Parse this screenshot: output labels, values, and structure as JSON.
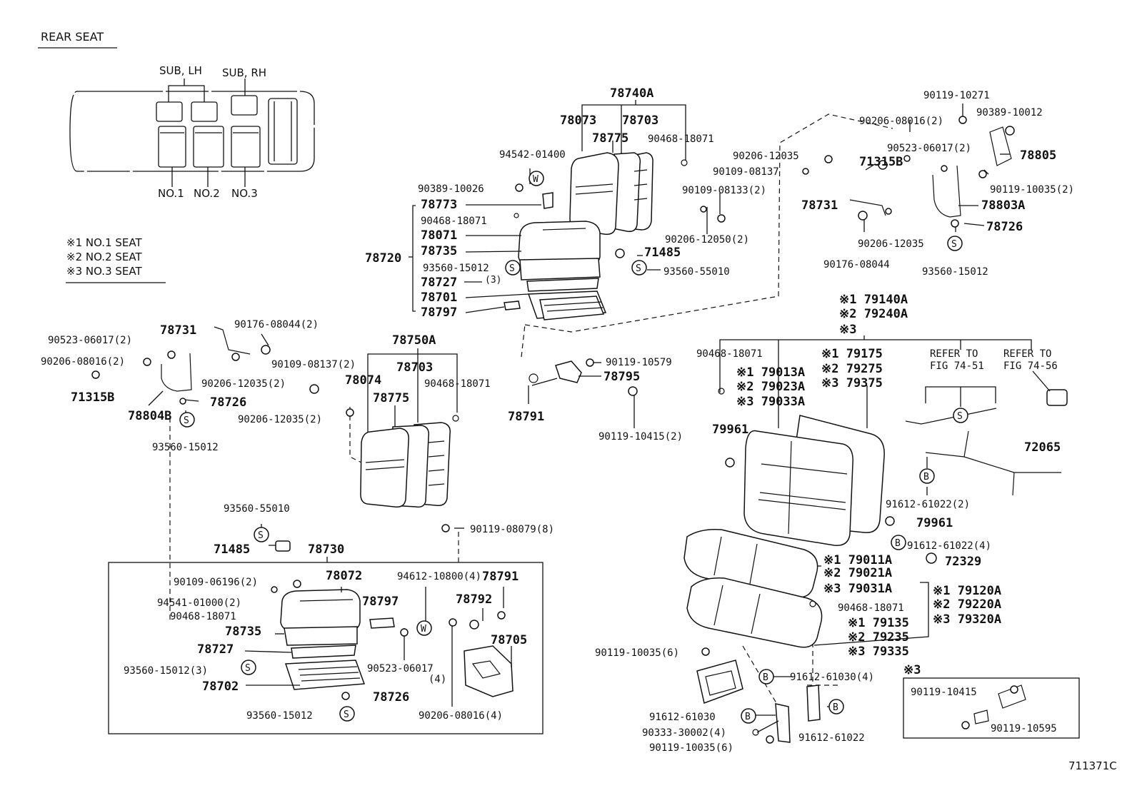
{
  "header": {
    "title": "REAR SEAT"
  },
  "van": {
    "sub_lh": "SUB, LH",
    "sub_rh": "SUB, RH",
    "no1": "NO.1",
    "no2": "NO.2",
    "no3": "NO.3"
  },
  "legend": {
    "l1": "※1 NO.1 SEAT",
    "l2": "※2 NO.2 SEAT",
    "l3": "※3 NO.3 SEAT"
  },
  "figure_code": "711371C",
  "labels": [
    {
      "id": "l001",
      "text": "78740A",
      "cls": "pb"
    },
    {
      "id": "l002",
      "text": "78073",
      "cls": "pb"
    },
    {
      "id": "l003",
      "text": "78703",
      "cls": "pb"
    },
    {
      "id": "l004",
      "text": "78775",
      "cls": "pb"
    },
    {
      "id": "l005",
      "text": "90468-18071",
      "cls": "pn"
    },
    {
      "id": "l006",
      "text": "94542-01400",
      "cls": "pn"
    },
    {
      "id": "l007",
      "text": "90389-10026",
      "cls": "pn"
    },
    {
      "id": "l008",
      "text": "78773",
      "cls": "pb"
    },
    {
      "id": "l009",
      "text": "90468-18071",
      "cls": "pn"
    },
    {
      "id": "l010",
      "text": "78071",
      "cls": "pb"
    },
    {
      "id": "l011",
      "text": "78720",
      "cls": "pb"
    },
    {
      "id": "l012",
      "text": "78735",
      "cls": "pb"
    },
    {
      "id": "l013",
      "text": "93560-15012",
      "cls": "pn"
    },
    {
      "id": "l014",
      "text": "78727",
      "cls": "pb"
    },
    {
      "id": "l015",
      "text": "(3)",
      "cls": "sm"
    },
    {
      "id": "l016",
      "text": "78701",
      "cls": "pb"
    },
    {
      "id": "l017",
      "text": "78797",
      "cls": "pb"
    },
    {
      "id": "l018",
      "text": "71485",
      "cls": "pb"
    },
    {
      "id": "l019",
      "text": "93560-55010",
      "cls": "pn"
    },
    {
      "id": "l020",
      "text": "90206-12035",
      "cls": "pn"
    },
    {
      "id": "l021",
      "text": "90109-08137",
      "cls": "pn"
    },
    {
      "id": "l022",
      "text": "90109-08133(2)",
      "cls": "pn"
    },
    {
      "id": "l023",
      "text": "90206-12050(2)",
      "cls": "pn"
    },
    {
      "id": "l024",
      "text": "90119-10271",
      "cls": "pn"
    },
    {
      "id": "l025",
      "text": "90206-08016(2)",
      "cls": "pn"
    },
    {
      "id": "l026",
      "text": "90389-10012",
      "cls": "pn"
    },
    {
      "id": "l027",
      "text": "90523-06017(2)",
      "cls": "pn"
    },
    {
      "id": "l028",
      "text": "78805",
      "cls": "pb"
    },
    {
      "id": "l029",
      "text": "71315B",
      "cls": "pb"
    },
    {
      "id": "l030",
      "text": "90119-10035(2)",
      "cls": "pn"
    },
    {
      "id": "l031",
      "text": "78731",
      "cls": "pb"
    },
    {
      "id": "l032",
      "text": "78803A",
      "cls": "pb"
    },
    {
      "id": "l033",
      "text": "78726",
      "cls": "pb"
    },
    {
      "id": "l034",
      "text": "90206-12035",
      "cls": "pn"
    },
    {
      "id": "l035",
      "text": "90176-08044",
      "cls": "pn"
    },
    {
      "id": "l036",
      "text": "93560-15012",
      "cls": "pn"
    },
    {
      "id": "l037",
      "text": "※1 79140A",
      "cls": "pb"
    },
    {
      "id": "l038",
      "text": "※2 79240A",
      "cls": "pb"
    },
    {
      "id": "l039",
      "text": "※3",
      "cls": "pb"
    },
    {
      "id": "l040",
      "text": "90468-18071",
      "cls": "pn"
    },
    {
      "id": "l041",
      "text": "※1 79175",
      "cls": "pb"
    },
    {
      "id": "l042",
      "text": "※2 79275",
      "cls": "pb"
    },
    {
      "id": "l043",
      "text": "※3 79375",
      "cls": "pb"
    },
    {
      "id": "l044",
      "text": "REFER TO",
      "cls": "pn"
    },
    {
      "id": "l045",
      "text": "FIG 74-51",
      "cls": "pn"
    },
    {
      "id": "l046",
      "text": "REFER TO",
      "cls": "pn"
    },
    {
      "id": "l047",
      "text": "FIG 74-56",
      "cls": "pn"
    },
    {
      "id": "l048",
      "text": "※1 79013A",
      "cls": "pb"
    },
    {
      "id": "l049",
      "text": "※2 79023A",
      "cls": "pb"
    },
    {
      "id": "l050",
      "text": "※3 79033A",
      "cls": "pb"
    },
    {
      "id": "l051",
      "text": "79961",
      "cls": "pb"
    },
    {
      "id": "l052",
      "text": "72065",
      "cls": "pb"
    },
    {
      "id": "l053",
      "text": "91612-61022(2)",
      "cls": "pn"
    },
    {
      "id": "l054",
      "text": "79961",
      "cls": "pb"
    },
    {
      "id": "l055",
      "text": "91612-61022(4)",
      "cls": "pn"
    },
    {
      "id": "l056",
      "text": "72329",
      "cls": "pb"
    },
    {
      "id": "l057",
      "text": "※1 79011A",
      "cls": "pb"
    },
    {
      "id": "l058",
      "text": "※2 79021A",
      "cls": "pb"
    },
    {
      "id": "l059",
      "text": "※3 79031A",
      "cls": "pb"
    },
    {
      "id": "l060",
      "text": "※1 79120A",
      "cls": "pb"
    },
    {
      "id": "l061",
      "text": "※2 79220A",
      "cls": "pb"
    },
    {
      "id": "l062",
      "text": "※3 79320A",
      "cls": "pb"
    },
    {
      "id": "l063",
      "text": "90468-18071",
      "cls": "pn"
    },
    {
      "id": "l064",
      "text": "※1 79135",
      "cls": "pb"
    },
    {
      "id": "l065",
      "text": "※2 79235",
      "cls": "pb"
    },
    {
      "id": "l066",
      "text": "※3 79335",
      "cls": "pb"
    },
    {
      "id": "l067",
      "text": "90119-10035(6)",
      "cls": "pn"
    },
    {
      "id": "l068",
      "text": "91612-61030(4)",
      "cls": "pn"
    },
    {
      "id": "l069",
      "text": "※3",
      "cls": "pb"
    },
    {
      "id": "l070",
      "text": "90119-10415",
      "cls": "pn"
    },
    {
      "id": "l071",
      "text": "90119-10595",
      "cls": "pn"
    },
    {
      "id": "l072",
      "text": "91612-61030",
      "cls": "pn"
    },
    {
      "id": "l073",
      "text": "90333-30002(4)",
      "cls": "pn"
    },
    {
      "id": "l074",
      "text": "90119-10035(6)",
      "cls": "pn"
    },
    {
      "id": "l075",
      "text": "91612-61022",
      "cls": "pn"
    },
    {
      "id": "l076",
      "text": "90119-10579",
      "cls": "pn"
    },
    {
      "id": "l077",
      "text": "78795",
      "cls": "pb"
    },
    {
      "id": "l078",
      "text": "78791",
      "cls": "pb"
    },
    {
      "id": "l079",
      "text": "90119-10415(2)",
      "cls": "pn"
    },
    {
      "id": "l080",
      "text": "78731",
      "cls": "pb"
    },
    {
      "id": "l081",
      "text": "90176-08044(2)",
      "cls": "pn"
    },
    {
      "id": "l082",
      "text": "90523-06017(2)",
      "cls": "pn"
    },
    {
      "id": "l083",
      "text": "90206-08016(2)",
      "cls": "pn"
    },
    {
      "id": "l084",
      "text": "90109-08137(2)",
      "cls": "pn"
    },
    {
      "id": "l085",
      "text": "90206-12035(2)",
      "cls": "pn"
    },
    {
      "id": "l086",
      "text": "71315B",
      "cls": "pb"
    },
    {
      "id": "l087",
      "text": "78726",
      "cls": "pb"
    },
    {
      "id": "l088",
      "text": "78804B",
      "cls": "pb"
    },
    {
      "id": "l089",
      "text": "93560-15012",
      "cls": "pn"
    },
    {
      "id": "l090",
      "text": "90206-12035(2)",
      "cls": "pn"
    },
    {
      "id": "l091",
      "text": "78750A",
      "cls": "pb"
    },
    {
      "id": "l092",
      "text": "78074",
      "cls": "pb"
    },
    {
      "id": "l093",
      "text": "78703",
      "cls": "pb"
    },
    {
      "id": "l094",
      "text": "78775",
      "cls": "pb"
    },
    {
      "id": "l095",
      "text": "90468-18071",
      "cls": "pn"
    },
    {
      "id": "l096",
      "text": "93560-55010",
      "cls": "pn"
    },
    {
      "id": "l097",
      "text": "71485",
      "cls": "pb"
    },
    {
      "id": "l098",
      "text": "78730",
      "cls": "pb"
    },
    {
      "id": "l099",
      "text": "90119-08079(8)",
      "cls": "pn"
    },
    {
      "id": "l100",
      "text": "90109-06196(2)",
      "cls": "pn"
    },
    {
      "id": "l101",
      "text": "78072",
      "cls": "pb"
    },
    {
      "id": "l102",
      "text": "94612-10800(4)",
      "cls": "pn"
    },
    {
      "id": "l103",
      "text": "78791",
      "cls": "pb"
    },
    {
      "id": "l104",
      "text": "94541-01000(2)",
      "cls": "pn"
    },
    {
      "id": "l105",
      "text": "78797",
      "cls": "pb"
    },
    {
      "id": "l106",
      "text": "78792",
      "cls": "pb"
    },
    {
      "id": "l107",
      "text": "90468-18071",
      "cls": "pn"
    },
    {
      "id": "l108",
      "text": "78735",
      "cls": "pb"
    },
    {
      "id": "l109",
      "text": "78705",
      "cls": "pb"
    },
    {
      "id": "l110",
      "text": "78727",
      "cls": "pb"
    },
    {
      "id": "l111",
      "text": "90523-06017",
      "cls": "pn"
    },
    {
      "id": "l112",
      "text": "(4)",
      "cls": "pn"
    },
    {
      "id": "l113",
      "text": "93560-15012(3)",
      "cls": "pn"
    },
    {
      "id": "l114",
      "text": "78702",
      "cls": "pb"
    },
    {
      "id": "l115",
      "text": "78726",
      "cls": "pb"
    },
    {
      "id": "l116",
      "text": "93560-15012",
      "cls": "pn"
    },
    {
      "id": "l117",
      "text": "90206-08016(4)",
      "cls": "pn"
    }
  ],
  "symbols": [
    {
      "id": "s01",
      "letter": "W"
    },
    {
      "id": "s02",
      "letter": "S"
    },
    {
      "id": "s03",
      "letter": "S"
    },
    {
      "id": "s04",
      "letter": "S"
    },
    {
      "id": "s05",
      "letter": "S"
    },
    {
      "id": "s06",
      "letter": "S"
    },
    {
      "id": "s07",
      "letter": "B"
    },
    {
      "id": "s08",
      "letter": "B"
    },
    {
      "id": "s09",
      "letter": "S"
    },
    {
      "id": "s10",
      "letter": "S"
    },
    {
      "id": "s11",
      "letter": "W"
    },
    {
      "id": "s12",
      "letter": "S"
    },
    {
      "id": "s13",
      "letter": "B"
    },
    {
      "id": "s14",
      "letter": "B"
    },
    {
      "id": "s15",
      "letter": "B"
    }
  ]
}
